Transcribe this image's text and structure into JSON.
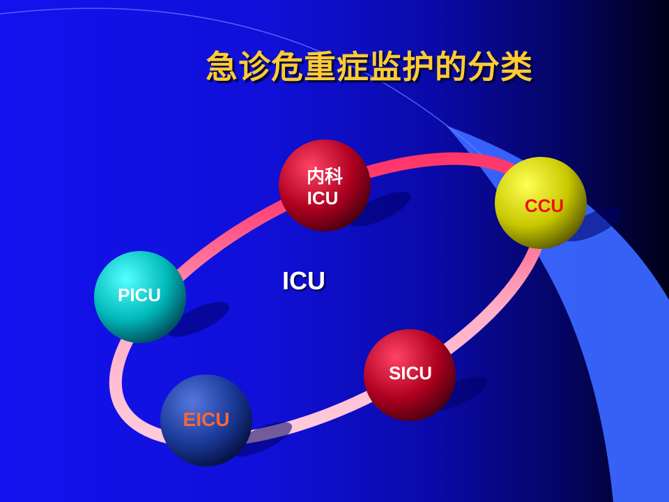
{
  "slide": {
    "title": "急诊危重症监护的分类",
    "center_label": "ICU"
  },
  "nodes": [
    {
      "id": "neike",
      "label_line1": "内科",
      "label_line2": "ICU",
      "color": "#cc1133",
      "text_color": "#ffffff"
    },
    {
      "id": "ccu",
      "label_line1": "CCU",
      "color": "#cccc00",
      "text_color": "#ee1111"
    },
    {
      "id": "picu",
      "label_line1": "PICU",
      "color": "#11cccc",
      "text_color": "#ffffff"
    },
    {
      "id": "sicu",
      "label_line1": "SICU",
      "color": "#cc1122",
      "text_color": "#ffffff"
    },
    {
      "id": "eicu",
      "label_line1": "EICU",
      "color": "#2244aa",
      "text_color": "#ff6633"
    }
  ]
}
